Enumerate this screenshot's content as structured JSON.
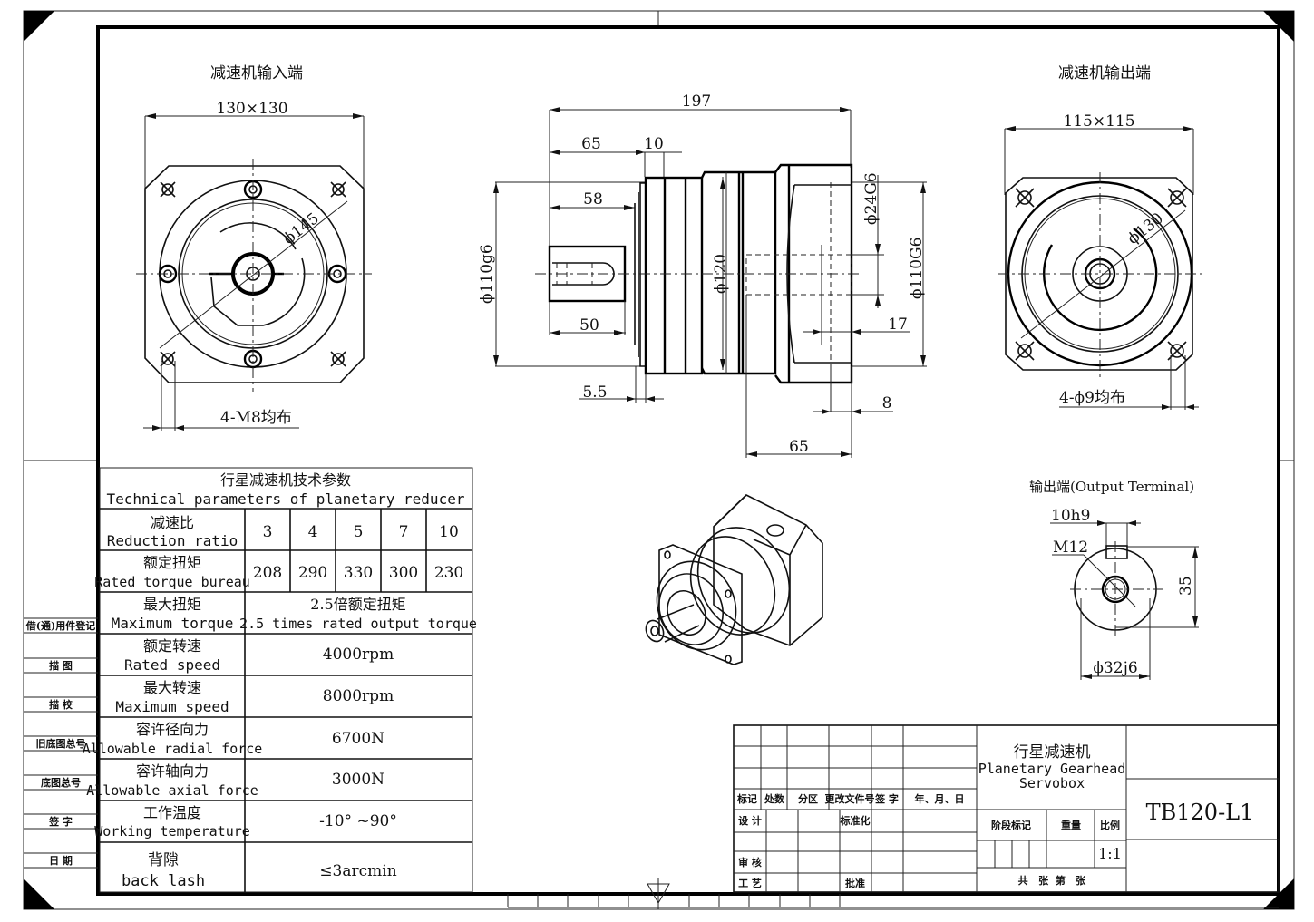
{
  "views": {
    "input_end": {
      "title": "减速机输入端",
      "flange_size": "130×130",
      "bolt_circle": "ϕ145",
      "holes": "4-M8均布"
    },
    "side_view": {
      "overall_length": "197",
      "dim_65_top": "65",
      "dim_10": "10",
      "dim_58": "58",
      "dim_50": "50",
      "dim_5_5": "5.5",
      "pilot_input": "ϕ110g6",
      "body_dia": "ϕ120",
      "bore": "ϕ24G6",
      "pilot_output": "ϕ110G6",
      "dim_17": "17",
      "dim_8": "8",
      "dim_65_bottom": "65"
    },
    "output_end": {
      "title": "减速机输出端",
      "flange_size": "115×115",
      "bolt_circle": "ϕ130",
      "holes": "4-ϕ9均布"
    },
    "output_terminal": {
      "title": "输出端(Output Terminal)",
      "key": "10h9",
      "thread": "M12",
      "height": "35",
      "shaft": "ϕ32j6"
    }
  },
  "spec_table": {
    "title_cn": "行星减速机技术参数",
    "title_en": "Technical parameters of planetary reducer",
    "rows": [
      {
        "cn": "减速比",
        "en": "Reduction ratio",
        "values": [
          "3",
          "4",
          "5",
          "7",
          "10"
        ]
      },
      {
        "cn": "额定扭矩",
        "en": "Rated torque bureau",
        "values": [
          "208",
          "290",
          "330",
          "300",
          "230"
        ]
      },
      {
        "cn": "最大扭矩",
        "en": "Maximum torque",
        "value_cn": "2.5倍额定扭矩",
        "value": "2.5 times rated output torque"
      },
      {
        "cn": "额定转速",
        "en": "Rated speed",
        "value": "4000rpm"
      },
      {
        "cn": "最大转速",
        "en": "Maximum speed",
        "value": "8000rpm"
      },
      {
        "cn": "容许径向力",
        "en": "Allowable radial force",
        "value": "6700N"
      },
      {
        "cn": "容许轴向力",
        "en": "Allowable axial force",
        "value": "3000N"
      },
      {
        "cn": "工作温度",
        "en": "Working temperature",
        "value": "-10° ~90°"
      },
      {
        "cn": "背隙",
        "en": "back lash",
        "value": "≤3arcmin"
      }
    ]
  },
  "side_strip": [
    "借(通)用件登记",
    "描 图",
    "描 校",
    "旧底图总号",
    "底图总号",
    "签 字",
    "日 期"
  ],
  "title_block": {
    "headers": [
      "标记",
      "处数",
      "分区",
      "更改文件号",
      "签 字",
      "年、月、日"
    ],
    "design": "设 计",
    "standardize": "标准化",
    "review": "审 核",
    "process": "工 艺",
    "approve": "批准",
    "name_cn": "行星减速机",
    "name_en1": "Planetary Gearhead",
    "name_en2": "Servobox",
    "stage": "阶段标记",
    "weight": "重量",
    "scale_label": "比例",
    "scale": "1:1",
    "sheets": "共   张  第   张",
    "drawing_no": "TB120-L1"
  }
}
